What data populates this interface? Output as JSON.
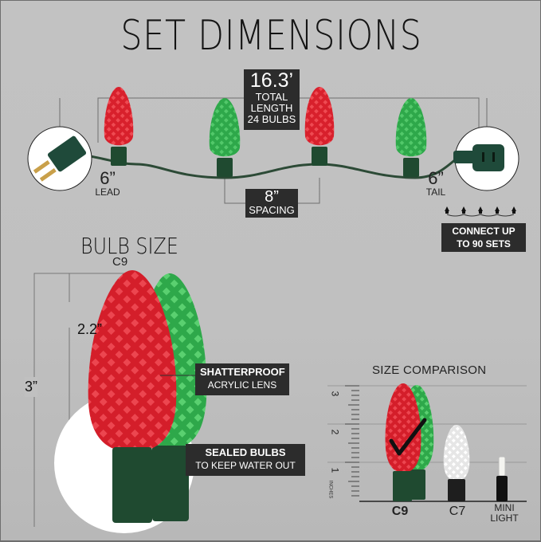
{
  "header": {
    "title": "SET DIMENSIONS"
  },
  "string_diagram": {
    "total": {
      "length": "16.3’",
      "line1": "TOTAL",
      "line2": "LENGTH",
      "bulbs": "24 BULBS"
    },
    "spacing": {
      "value": "8”",
      "label": "SPACING"
    },
    "lead": {
      "value": "6”",
      "label": "LEAD"
    },
    "tail": {
      "value": "6”",
      "label": "TAIL"
    },
    "connect": {
      "line1": "CONNECT UP",
      "line2": "TO 90 SETS"
    },
    "bulb_colors": [
      "red",
      "green",
      "red",
      "green"
    ],
    "icons": [
      "male-plug-icon",
      "female-plug-icon",
      "mini-string-icon"
    ]
  },
  "bulb_size": {
    "title": "BULB SIZE",
    "subtitle": "C9",
    "total_height": "3”",
    "lens_height": "2.2”",
    "features": [
      {
        "bold": "SHATTERPROOF",
        "text": "ACRYLIC LENS"
      },
      {
        "bold": "SEALED BULBS",
        "text": "TO KEEP WATER OUT"
      }
    ]
  },
  "size_comparison": {
    "title": "SIZE COMPARISON",
    "ruler": {
      "ticks": [
        "3",
        "2",
        "1"
      ],
      "unit": "INCHES"
    },
    "items": [
      {
        "label": "C9",
        "selected": true
      },
      {
        "label": "C7",
        "selected": false
      },
      {
        "label_line1": "MINI",
        "label_line2": "LIGHT",
        "selected": false
      }
    ]
  },
  "colors": {
    "background": "#c0c0c0",
    "label_box": "#2c2c2c",
    "bulb_red": "#d8202c",
    "bulb_green": "#2ea84a",
    "socket_green": "#1f4a30",
    "wire": "#2c4a36"
  }
}
